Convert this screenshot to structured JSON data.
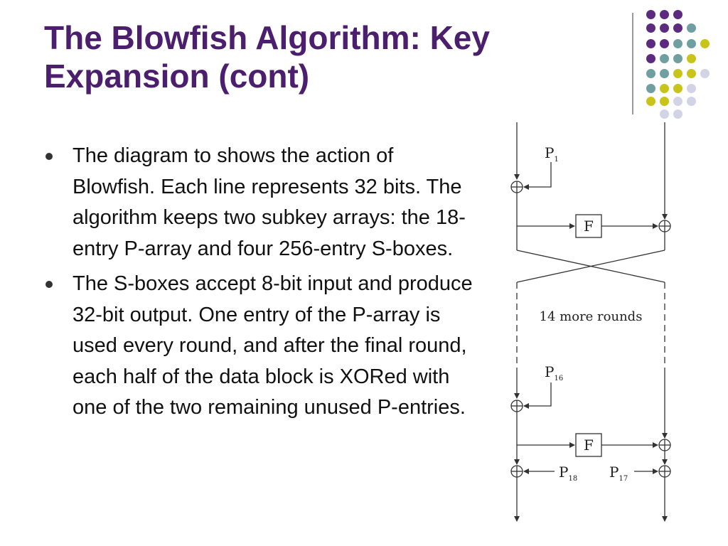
{
  "slide": {
    "title": "The Blowfish Algorithm: Key Expansion (cont)",
    "bullets": [
      "The diagram to shows the action of Blowfish. Each line represents 32 bits. The algorithm keeps two subkey arrays: the 18-entry P-array and four 256-entry S-boxes.",
      "The S-boxes accept 8-bit input and produce 32-bit output. One entry of the P-array is used every round, and after the final round, each half of the data block is XORed with one of the two remaining unused P-entries."
    ]
  },
  "diagram": {
    "p1_label": "P",
    "p1_sub": "1",
    "f_label_top": "F",
    "more_rounds": "14 more rounds",
    "p16_label": "P",
    "p16_sub": "16",
    "f_label_bottom": "F",
    "p18_label": "P",
    "p18_sub": "18",
    "p17_label": "P",
    "p17_sub": "17"
  },
  "colors": {
    "title": "#4b1e6e",
    "dot_purple": "#5c2a7e",
    "dot_teal": "#6f9fa0",
    "dot_yellow": "#c8c41a",
    "dot_lavender": "#d3d3e6"
  }
}
